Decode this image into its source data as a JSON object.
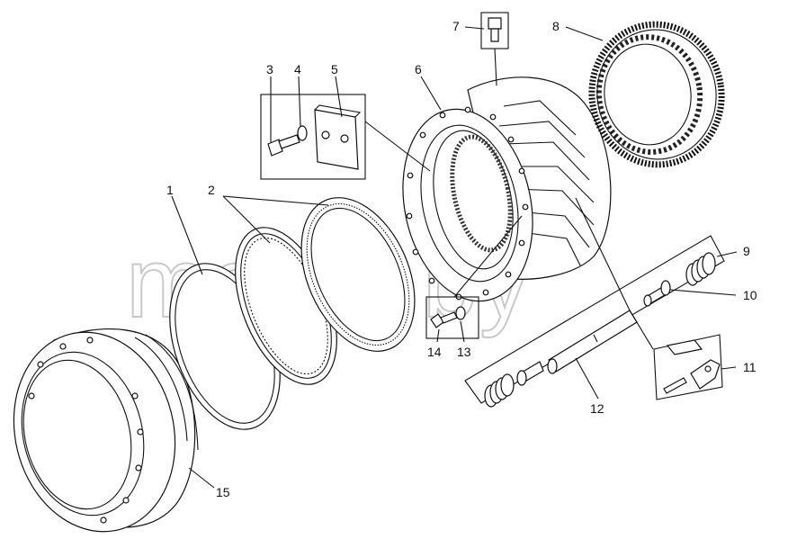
{
  "watermark": "mazik.by",
  "callouts": {
    "c1": "1",
    "c2": "2",
    "c3": "3",
    "c4": "4",
    "c5": "5",
    "c6": "6",
    "c7": "7",
    "c8": "8",
    "c9": "9",
    "c10": "10",
    "c11": "11",
    "c12": "12",
    "c13": "13",
    "c14": "14",
    "c15": "15"
  }
}
